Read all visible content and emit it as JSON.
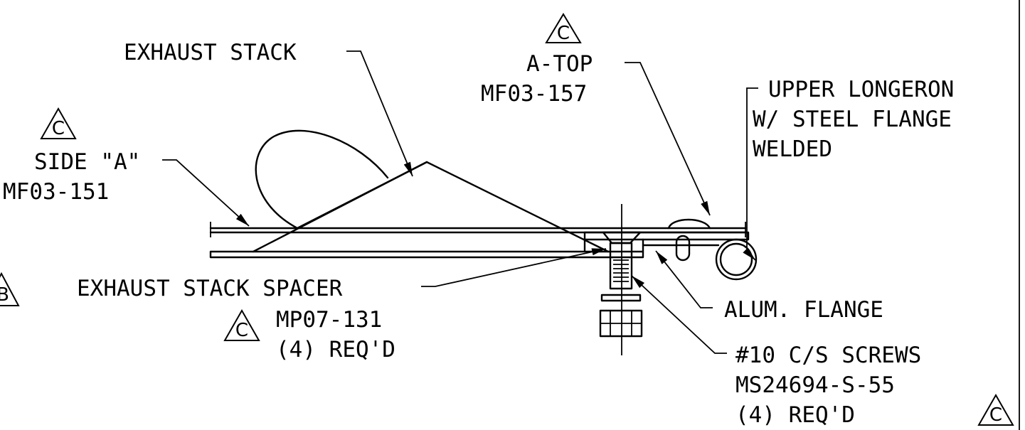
{
  "labels": {
    "exhaust_stack": "EXHAUST STACK",
    "a_top": "A-TOP",
    "a_top_part": "MF03-157",
    "upper_longeron_1": "UPPER LONGERON",
    "upper_longeron_2": "W/ STEEL FLANGE",
    "upper_longeron_3": "WELDED",
    "side_a": "SIDE \"A\"",
    "side_a_part": "MF03-151",
    "spacer": "EXHAUST STACK SPACER",
    "spacer_part": "MP07-131",
    "spacer_qty": "(4) REQ'D",
    "alum_flange": "ALUM. FLANGE",
    "screws": "#10 C/S SCREWS",
    "screws_part": "MS24694-S-55",
    "screws_qty": "(4) REQ'D"
  },
  "revision_marks": {
    "rev_c": "C",
    "rev_b": "B"
  },
  "colors": {
    "line": "#000000",
    "background": "#ffffff"
  }
}
